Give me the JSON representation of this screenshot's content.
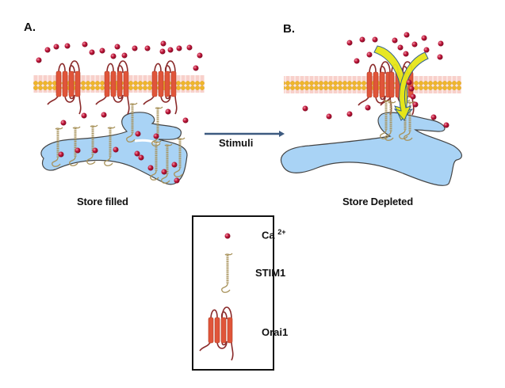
{
  "panels": [
    {
      "id": "A",
      "label": "A.",
      "caption": "Store filled",
      "state": "ER calcium store filled; STIM1 dispersed in ER membrane; Orai1 channels closed and dispersed"
    },
    {
      "id": "B",
      "label": "B.",
      "caption": "Store Depleted",
      "state": "ER calcium store depleted; STIM1 clustered at ER-PM junction; Orai1 channels clustered and open with Ca2+ influx"
    }
  ],
  "transition": {
    "label": "Stimuli",
    "arrow_color": "#3d5a80"
  },
  "legend": {
    "items": [
      {
        "symbol": "calcium-ion",
        "label": "Ca",
        "superscript": "2+"
      },
      {
        "symbol": "stim1-protein",
        "label": "STIM1"
      },
      {
        "symbol": "orai1-channel",
        "label": "Orai1"
      }
    ]
  },
  "colors": {
    "calcium": "#c0163a",
    "membrane_head": "#f0b62a",
    "membrane_tail": "#f6c9c0",
    "orai1": "#e0553a",
    "orai1_loop": "#8a2a2a",
    "stim1": "#a8925a",
    "er_fill": "#a9d3f5",
    "er_outline": "#444444",
    "influx_arrow": "#e6e619"
  }
}
